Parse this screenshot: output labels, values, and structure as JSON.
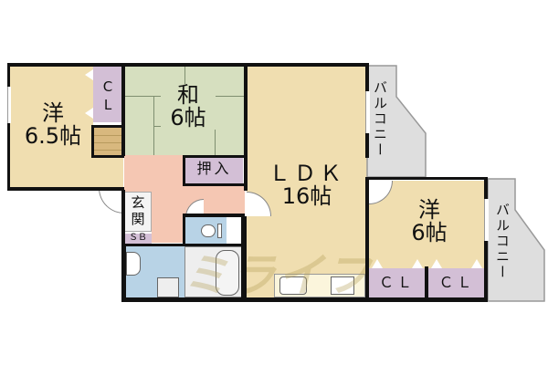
{
  "floorplan": {
    "rooms": {
      "western_1": {
        "name": "洋",
        "size": "6.5帖"
      },
      "closet_1": {
        "line1": "C",
        "line2": "L"
      },
      "japanese": {
        "name": "和",
        "size": "6帖"
      },
      "oshiire": {
        "name": "押入"
      },
      "ldk": {
        "name": "ＬＤＫ",
        "size": "16帖"
      },
      "balcony_1": {
        "name": "バルコニー"
      },
      "western_2": {
        "name": "洋",
        "size": "6帖"
      },
      "closet_2": {
        "name": "ＣＬ"
      },
      "closet_3": {
        "name": "ＣＬ"
      },
      "balcony_2": {
        "name": "バルコニー"
      },
      "entrance": {
        "line1": "玄",
        "line2": "関"
      },
      "shoe_box": {
        "name": "ＳＢ"
      }
    },
    "watermark": "ミライフ",
    "colors": {
      "western": "#f0deb0",
      "japanese": "#d6dfbf",
      "closet": "#d3bfd6",
      "hall": "#f5c7b3",
      "wet": "#b8d3e6",
      "balcony": "#dedede",
      "wall": "#111111",
      "stairs": "#d8b87e"
    }
  }
}
